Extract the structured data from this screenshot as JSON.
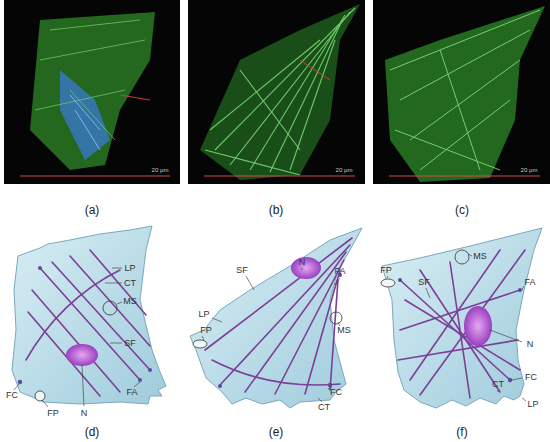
{
  "diagram": {
    "labels": [
      "20 μm",
      "20 μm",
      "20 μm",
      "(a)",
      "(b)",
      "(c)",
      "LP",
      "CT",
      "MS",
      "SF",
      "FC",
      "FP",
      "N",
      "FA",
      "SF",
      "N",
      "FA",
      "LP",
      "FP",
      "MS",
      "FC",
      "CT",
      "MS",
      "FP",
      "SF",
      "FA",
      "N",
      "FC",
      "CT",
      "LP",
      "(d)",
      "(e)",
      "(f)"
    ]
  }
}
